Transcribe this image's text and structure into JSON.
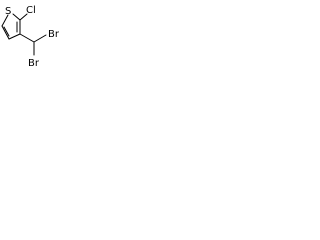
{
  "molecule": {
    "atoms": {
      "sulfur": "S",
      "chlorine": "Cl",
      "bromine_1": "Br",
      "bromine_2": "Br"
    }
  },
  "colors": {
    "bond": "#000000",
    "label": "#000000",
    "background": "#ffffff"
  }
}
